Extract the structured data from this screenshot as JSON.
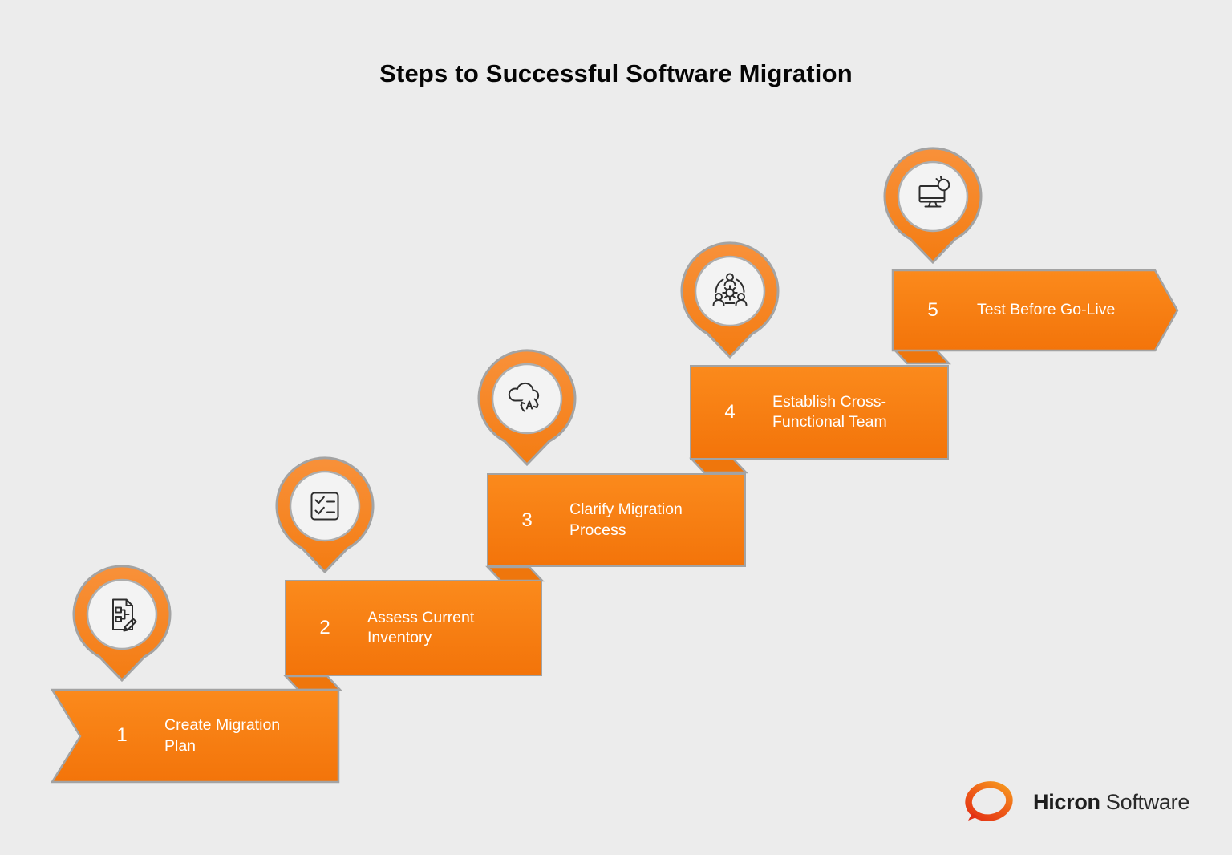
{
  "title": "Steps to Successful Software Migration",
  "steps": [
    {
      "num": "1",
      "label": "Create Migration Plan",
      "icon": "document-plan-icon"
    },
    {
      "num": "2",
      "label": "Assess Current Inventory",
      "icon": "checklist-icon"
    },
    {
      "num": "3",
      "label": "Clarify Migration Process",
      "icon": "cloud-migration-icon"
    },
    {
      "num": "4",
      "label": "Establish Cross-Functional Team",
      "icon": "team-gear-icon"
    },
    {
      "num": "5",
      "label": "Test Before Go-Live",
      "icon": "monitor-test-icon"
    }
  ],
  "brand": {
    "name_bold": "Hicron",
    "name_regular": "Software"
  },
  "colors": {
    "background": "#ececec",
    "banner_orange_top": "#fb8a1c",
    "banner_orange_bottom": "#f3740a",
    "fold_orange": "#ef760c",
    "border_gray": "#a3a3a3",
    "pin_inner": "#f3f3f3",
    "text_white": "#ffffff",
    "title_black": "#050505",
    "logo_gradient": [
      "#e23014",
      "#f79c1e"
    ]
  }
}
